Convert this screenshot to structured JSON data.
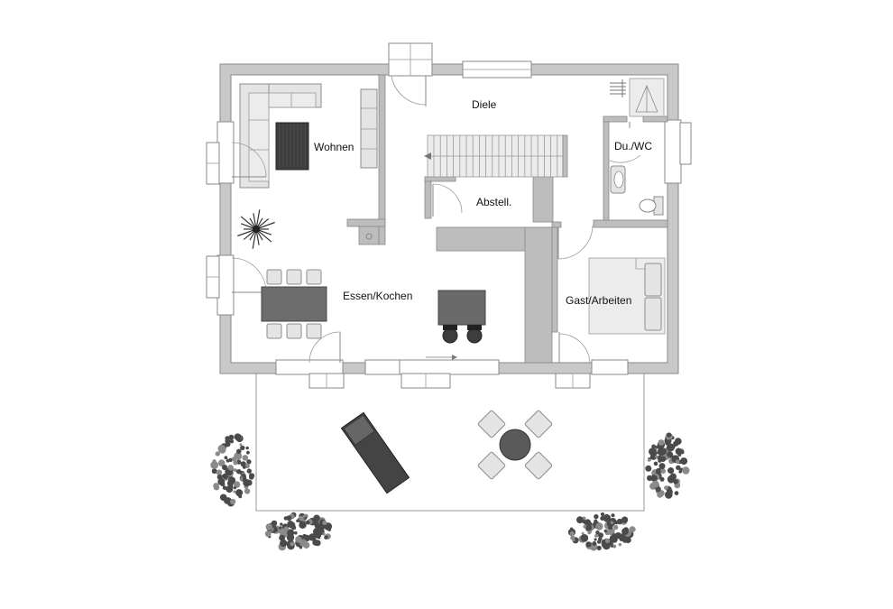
{
  "rooms": {
    "diele": "Diele",
    "wohnen": "Wohnen",
    "du_wc": "Du./WC",
    "abstell": "Abstell.",
    "essen_kochen": "Essen/Kochen",
    "gast_arbeiten": "Gast/Arbeiten"
  }
}
